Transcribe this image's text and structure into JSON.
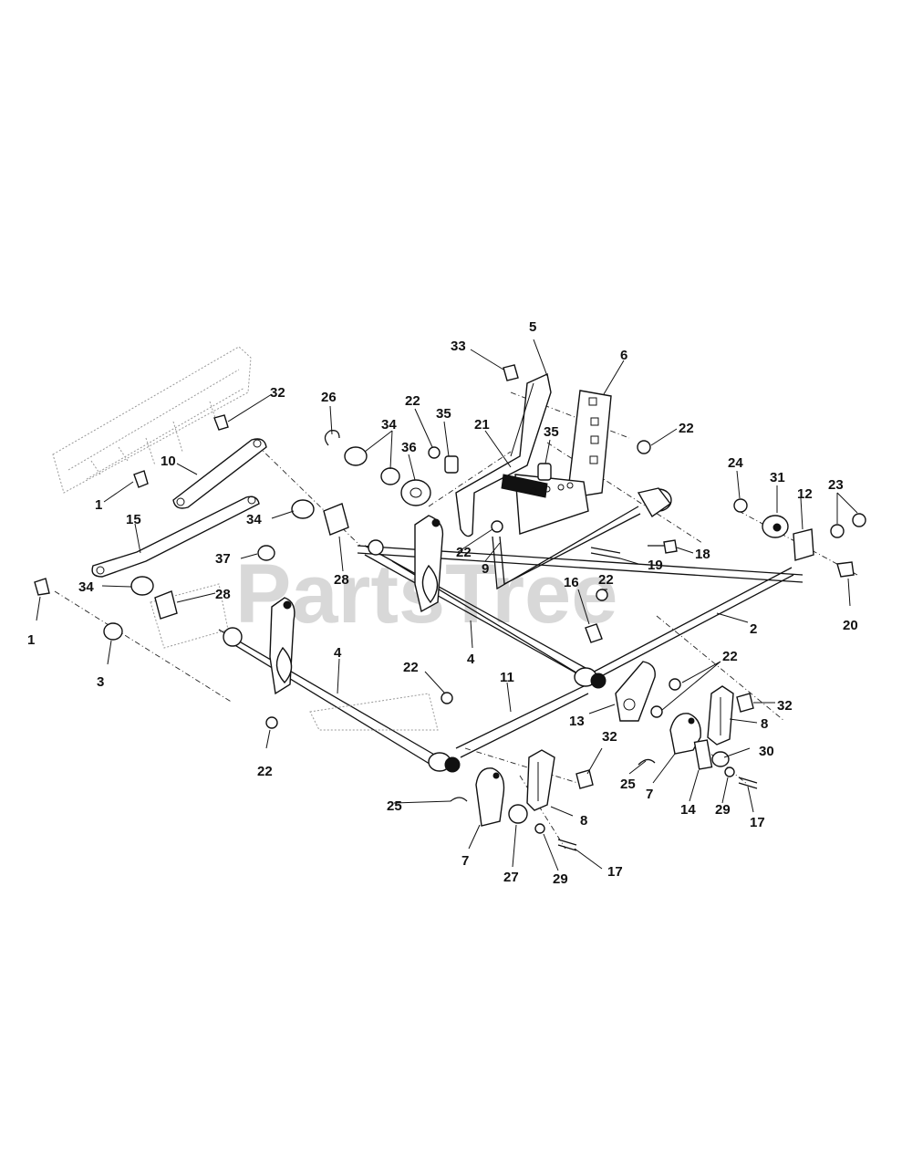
{
  "watermark": "PartsTree",
  "labels": [
    {
      "id": "l5",
      "text": "5"
    },
    {
      "id": "l33",
      "text": "33"
    },
    {
      "id": "l6",
      "text": "6"
    },
    {
      "id": "l32a",
      "text": "32"
    },
    {
      "id": "l26",
      "text": "26"
    },
    {
      "id": "l22a",
      "text": "22"
    },
    {
      "id": "l35a",
      "text": "35"
    },
    {
      "id": "l21",
      "text": "21"
    },
    {
      "id": "l34a",
      "text": "34"
    },
    {
      "id": "l35b",
      "text": "35"
    },
    {
      "id": "l22b",
      "text": "22"
    },
    {
      "id": "l36",
      "text": "36"
    },
    {
      "id": "l10",
      "text": "10"
    },
    {
      "id": "l24",
      "text": "24"
    },
    {
      "id": "l31",
      "text": "31"
    },
    {
      "id": "l12",
      "text": "12"
    },
    {
      "id": "l23",
      "text": "23"
    },
    {
      "id": "l1a",
      "text": "1"
    },
    {
      "id": "l15",
      "text": "15"
    },
    {
      "id": "l34b",
      "text": "34"
    },
    {
      "id": "l22c",
      "text": "22"
    },
    {
      "id": "l9",
      "text": "9"
    },
    {
      "id": "l18",
      "text": "18"
    },
    {
      "id": "l37",
      "text": "37"
    },
    {
      "id": "l28a",
      "text": "28"
    },
    {
      "id": "l19",
      "text": "19"
    },
    {
      "id": "l34c",
      "text": "34"
    },
    {
      "id": "l28b",
      "text": "28"
    },
    {
      "id": "l16",
      "text": "16"
    },
    {
      "id": "l22d",
      "text": "22"
    },
    {
      "id": "l20",
      "text": "20"
    },
    {
      "id": "l1b",
      "text": "1"
    },
    {
      "id": "l2",
      "text": "2"
    },
    {
      "id": "l3",
      "text": "3"
    },
    {
      "id": "l4a",
      "text": "4"
    },
    {
      "id": "l4b",
      "text": "4"
    },
    {
      "id": "l22e",
      "text": "22"
    },
    {
      "id": "l11",
      "text": "11"
    },
    {
      "id": "l22f",
      "text": "22"
    },
    {
      "id": "l13",
      "text": "13"
    },
    {
      "id": "l32b",
      "text": "32"
    },
    {
      "id": "l22g",
      "text": "22"
    },
    {
      "id": "l32c",
      "text": "32"
    },
    {
      "id": "l8a",
      "text": "8"
    },
    {
      "id": "l25a",
      "text": "25"
    },
    {
      "id": "l30",
      "text": "30"
    },
    {
      "id": "l7a",
      "text": "7"
    },
    {
      "id": "l14",
      "text": "14"
    },
    {
      "id": "l29a",
      "text": "29"
    },
    {
      "id": "l17a",
      "text": "17"
    },
    {
      "id": "l25b",
      "text": "25"
    },
    {
      "id": "l8b",
      "text": "8"
    },
    {
      "id": "l7b",
      "text": "7"
    },
    {
      "id": "l27",
      "text": "27"
    },
    {
      "id": "l29b",
      "text": "29"
    },
    {
      "id": "l17b",
      "text": "17"
    }
  ]
}
